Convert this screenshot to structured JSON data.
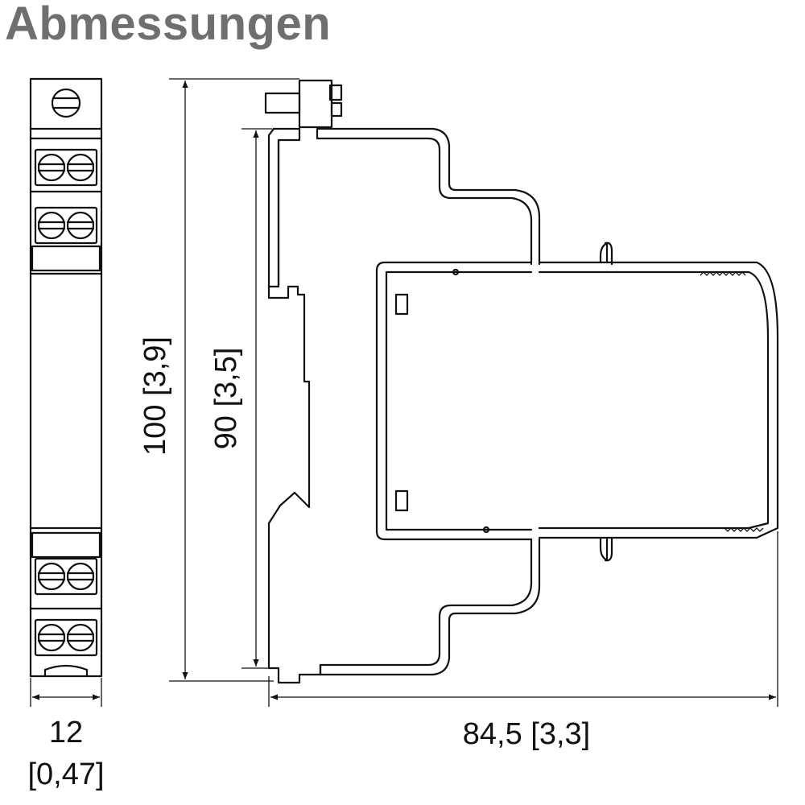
{
  "title": "Abmessungen",
  "dimensions": {
    "width_value": "12",
    "width_inch": "[0,47]",
    "height_total": "100 [3,9]",
    "height_rail": "90 [3,5]",
    "depth": "84,5 [3,3]"
  }
}
